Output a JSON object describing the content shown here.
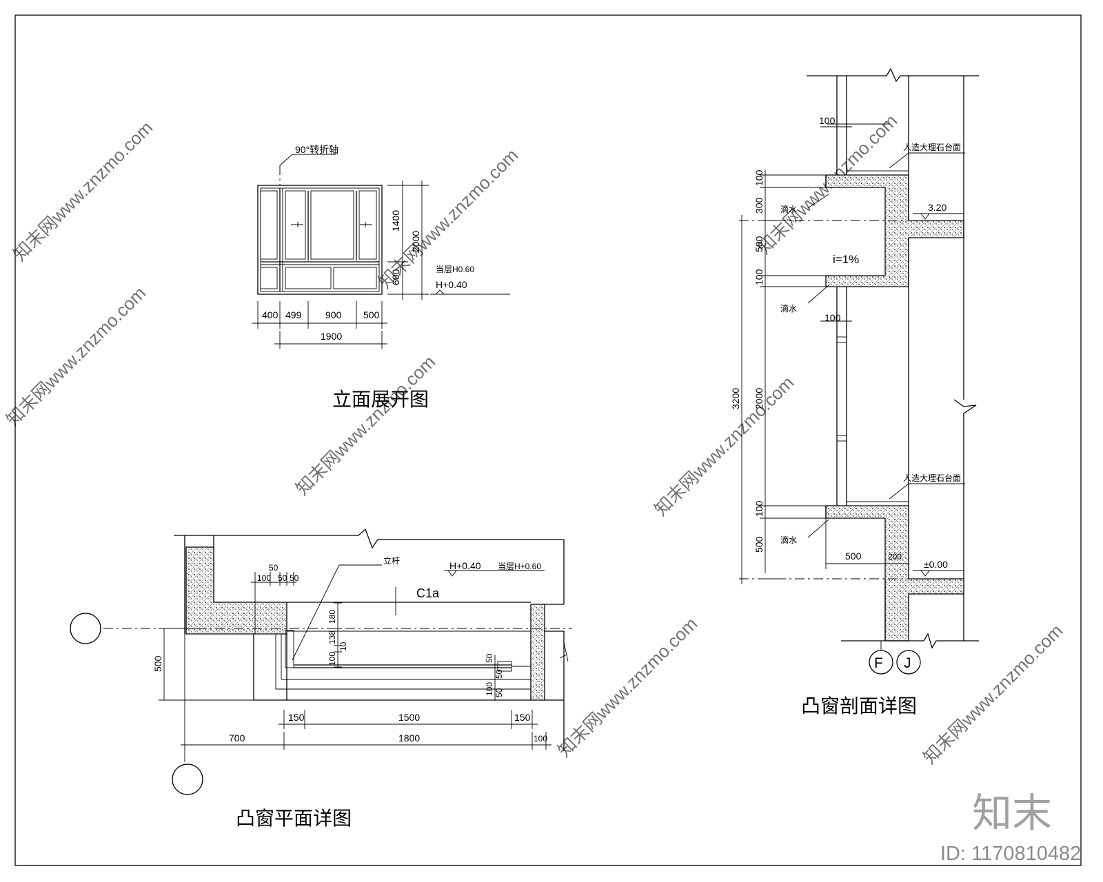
{
  "elevation": {
    "title": "立面展开图",
    "axis_note": "90°转折轴",
    "floor_note": "当层H0.60",
    "height_mark": "H+0.40",
    "dims_bottom": [
      "400",
      "499",
      "900",
      "500"
    ],
    "dim_total": "1900",
    "dims_right_inner": [
      "1400",
      "600"
    ],
    "dim_right_total": "2000"
  },
  "plan": {
    "title": "凸窗平面详图",
    "window_tag": "C1a",
    "mullion_label": "立杆",
    "height_mark": "H+0.40",
    "floor_note": "当层H+0.60",
    "dims_top": [
      "100",
      "50",
      "50",
      "50"
    ],
    "dims_vertical": [
      "180",
      "138",
      "10",
      "100"
    ],
    "dims_right_small": [
      "50",
      "50",
      "100",
      "50"
    ],
    "dim_left": "500",
    "dims_bottom_1": [
      "150",
      "1500",
      "150"
    ],
    "dims_bottom_2": [
      "700",
      "1800",
      "100"
    ]
  },
  "section": {
    "title": "凸窗剖面详图",
    "marble_note": "人造大理石台面",
    "drip_note": "滴水",
    "slope": "i=1%",
    "level_upper": "3.20",
    "level_lower": "±0.00",
    "dims_left_top": [
      "100",
      "300",
      "500",
      "100"
    ],
    "dims_left_bottom": [
      "2000",
      "100",
      "500"
    ],
    "dim_total": "3200",
    "dim_top_frame": "100",
    "dim_mid_frame": "100",
    "dim_sill_depth": "500",
    "dim_wall": "200",
    "axis_f": "F",
    "axis_j": "J"
  },
  "branding": {
    "logo_text": "知末",
    "id_text": "ID: 1170810482",
    "watermark": "知末网www.znzmo.com"
  }
}
